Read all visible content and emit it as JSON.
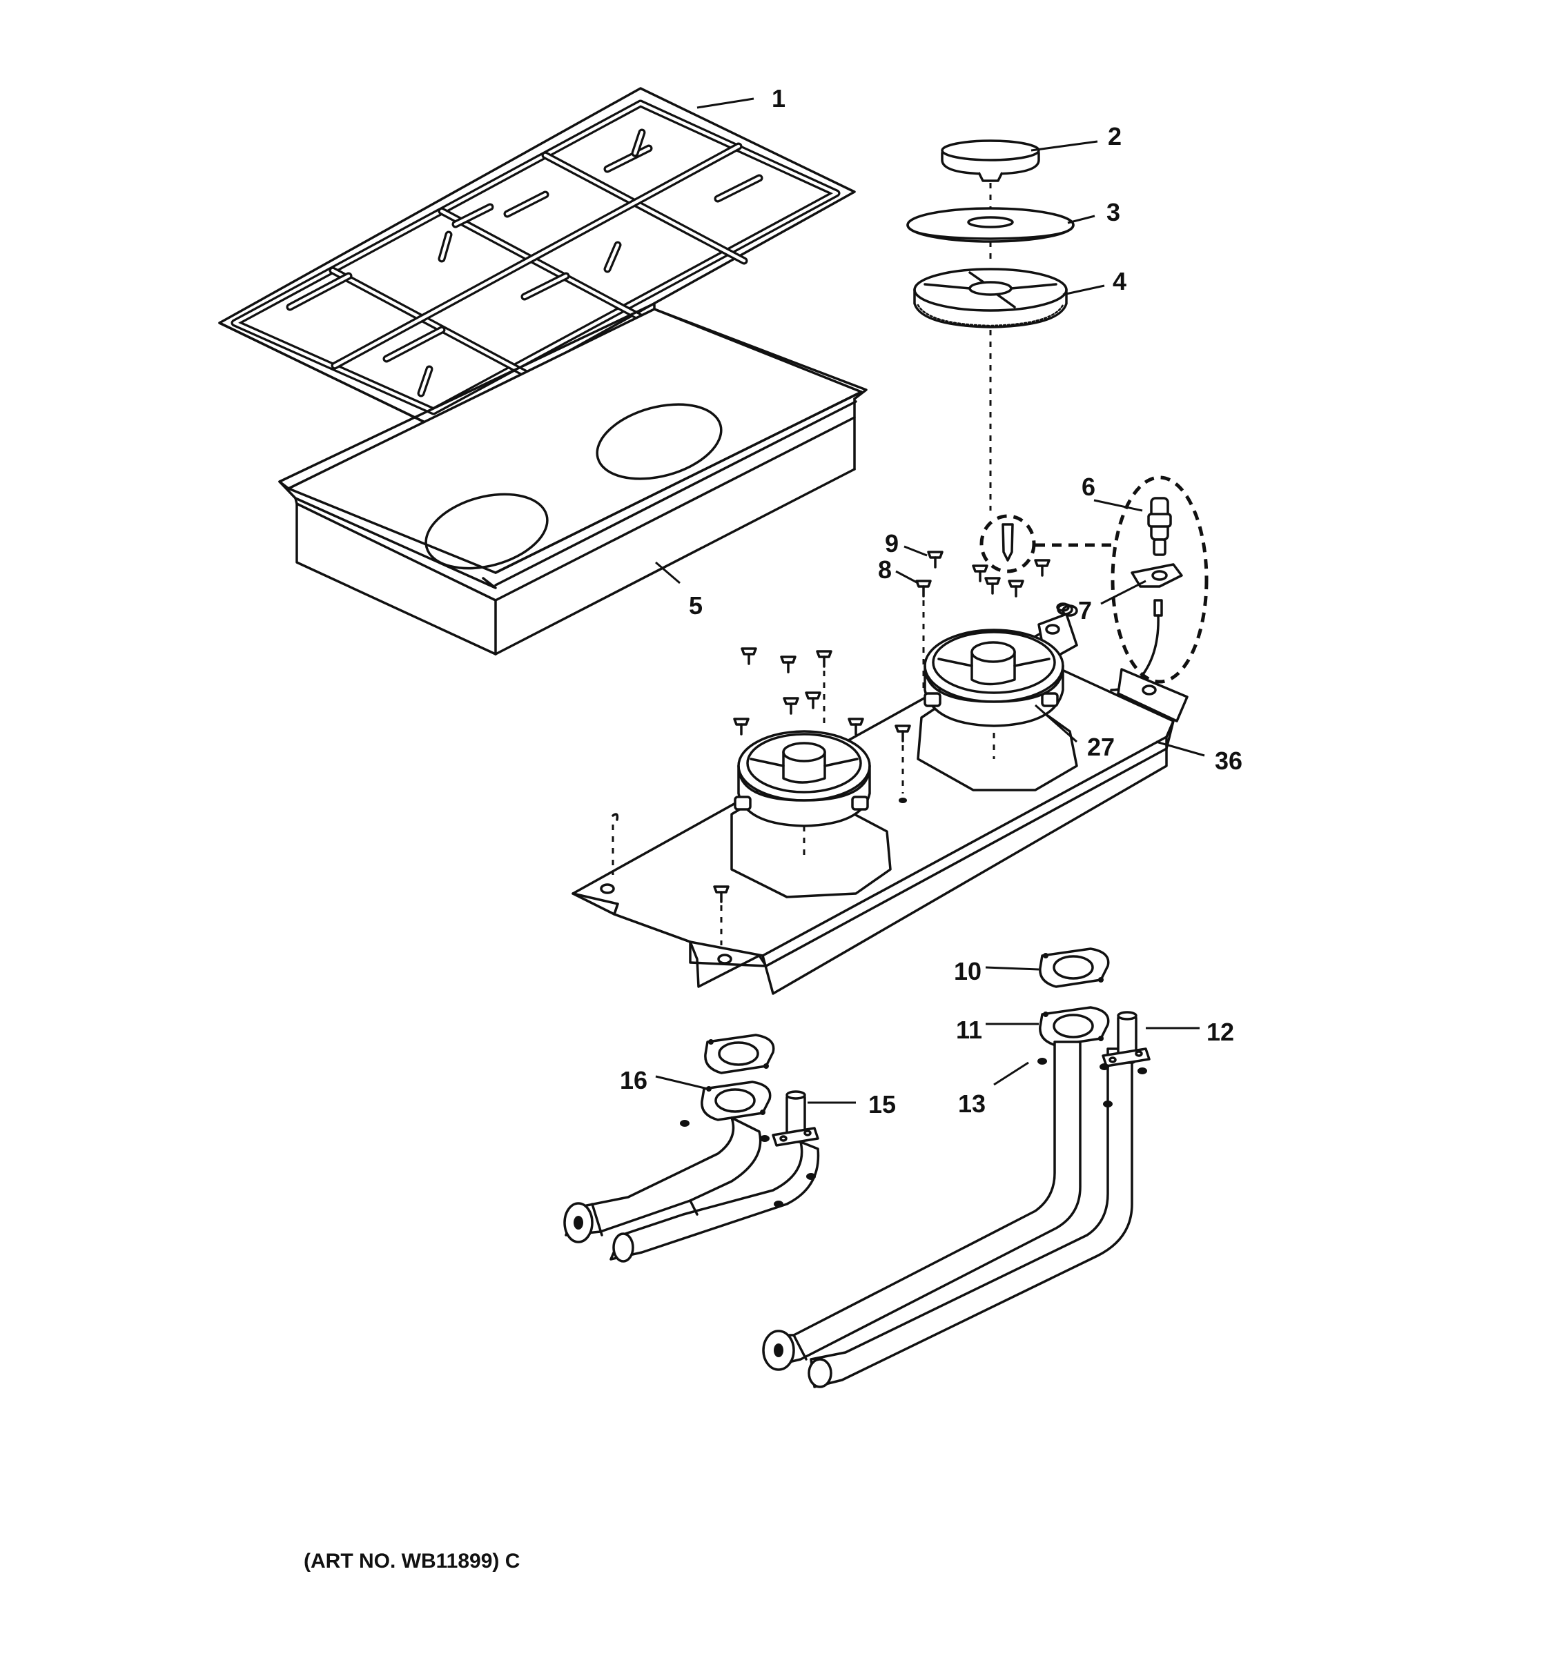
{
  "callouts": {
    "c1": "1",
    "c2": "2",
    "c3": "3",
    "c4": "4",
    "c5": "5",
    "c6": "6",
    "c7": "7",
    "c8": "8",
    "c9": "9",
    "c10": "10",
    "c11": "11",
    "c12": "12",
    "c13": "13",
    "c15": "15",
    "c16": "16",
    "c27": "27",
    "c36": "36"
  },
  "art_number": "(ART NO. WB11899) C"
}
